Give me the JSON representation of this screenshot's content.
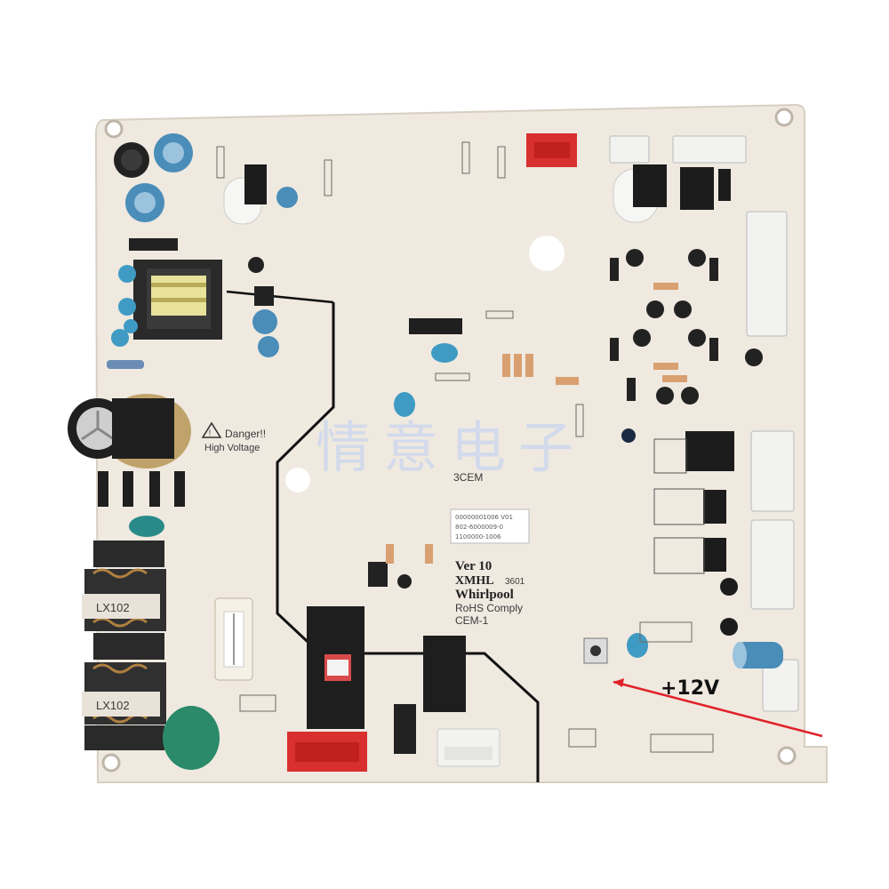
{
  "board": {
    "warning_line1": "Danger!!",
    "warning_line2": "High Voltage",
    "ver": "Ver 10",
    "model": "XMHL",
    "model_suffix": "3601",
    "brand": "Whirlpool",
    "rohs": "RoHS Comply",
    "cem": "CEM-1",
    "cem_mid": "3CEM",
    "voltage_callout": "+12V",
    "label_sticker": [
      "00000001006 V01",
      "802-6000009-0",
      "1100000-1006"
    ]
  },
  "inductors": {
    "top": "LX102",
    "bottom": "LX102"
  },
  "watermark": "情意电子",
  "colors": {
    "pcb": "#efe9e0",
    "pcb_edge": "#d8cfc3",
    "trace": "#111111",
    "annotation": "#e0222a",
    "cap_blue": "#4a8db8",
    "cap_black": "#222222",
    "connector_white": "#f2f2f0",
    "connector_red": "#d8302e",
    "varistor": "#2a8a8a",
    "watermark": "#c9d6ef"
  }
}
